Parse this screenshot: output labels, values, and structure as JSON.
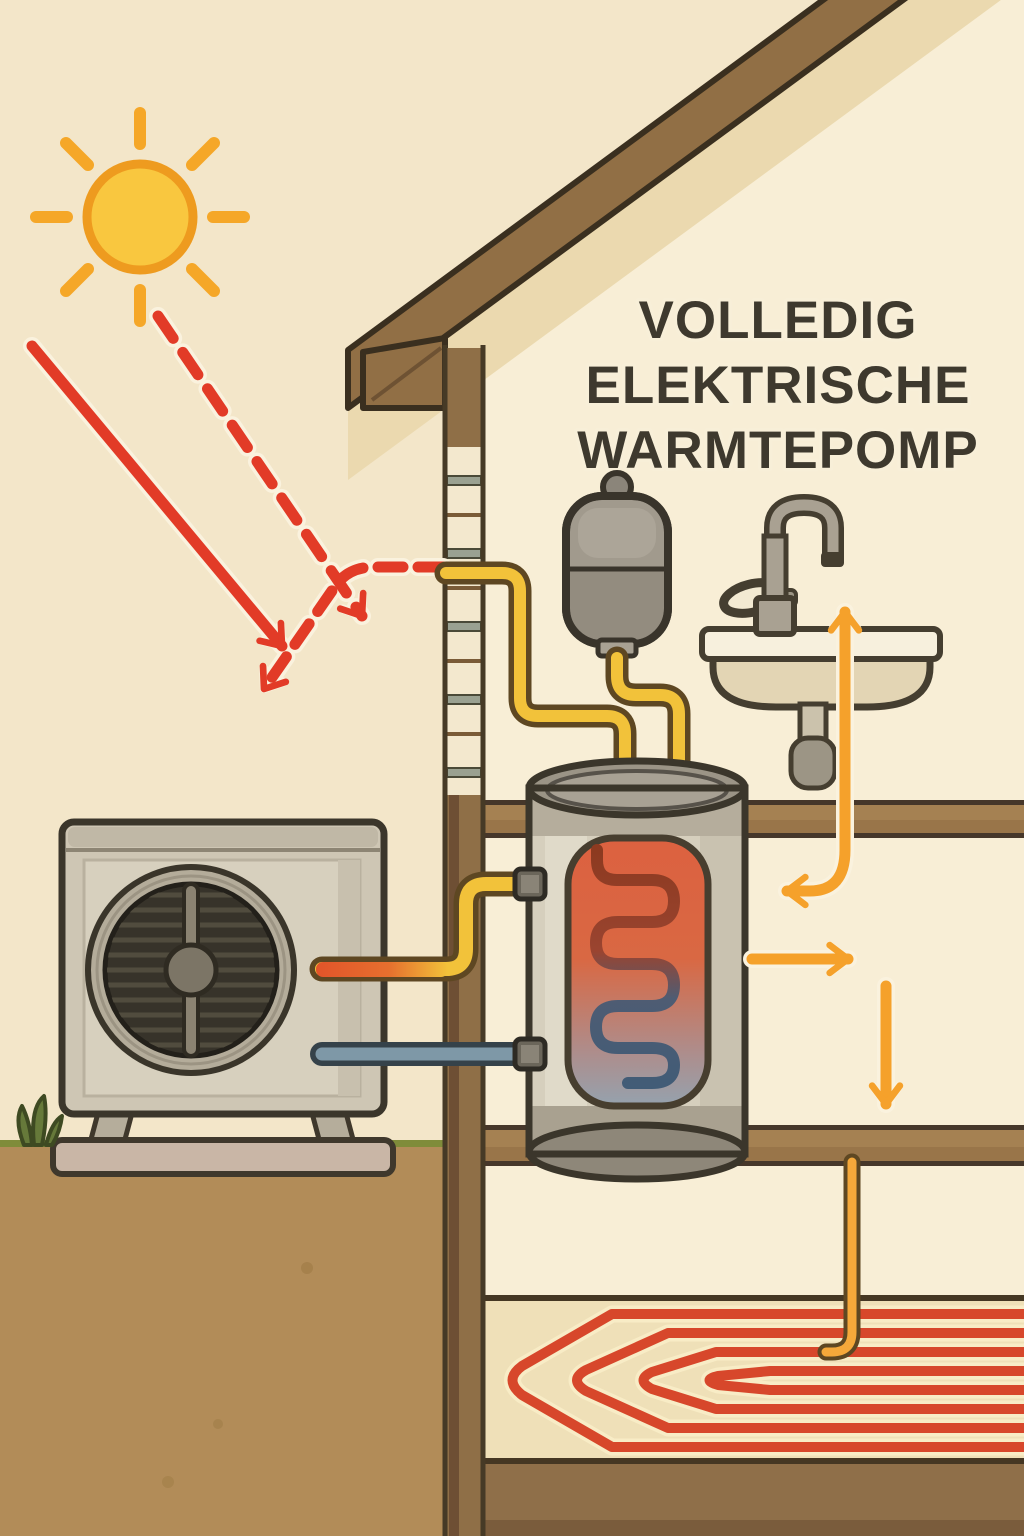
{
  "title": {
    "line1": "VOLLEDIG",
    "line2": "ELEKTRISCHE",
    "line3": "WARMTEPOMP",
    "full": "VOLLEDIG ELEKTRISCHE WARMTEPOMP"
  },
  "palette": {
    "background_outside": "#f3e6c9",
    "background_inside": "#f8eed6",
    "roof_brown": "#916f45",
    "roof_underside": "#ebd9af",
    "wall_brown": "#8f6f47",
    "floor_brown": "#a58152",
    "ground_soil": "#b28c58",
    "grass_green": "#7f8c3a",
    "sun_fill": "#f9c73f",
    "sun_stroke": "#ee9b1f",
    "arrow_red": "#e23b27",
    "arrow_orange": "#f5a12b",
    "pipe_yellow": "#f2c23a",
    "pipe_hot_orange": "#e2542a",
    "pipe_cold_blue": "#7e98a7",
    "floor_coil_red": "#d7472b",
    "tank_body": "#d6cfbd",
    "tank_window_top": "#dc6140",
    "tank_window_bottom": "#95a2ae",
    "metal_gray": "#a9a192",
    "text_dark": "#3e392e"
  },
  "components": [
    {
      "name": "sun-icon",
      "meaning": "solar energy source"
    },
    {
      "name": "solar-arrow-solid",
      "meaning": "direct solar radiation"
    },
    {
      "name": "solar-arrow-dashed",
      "meaning": "ambient solar radiation"
    },
    {
      "name": "reflected-arrow-dashed",
      "meaning": "heat reflected from wall"
    },
    {
      "name": "house-roof",
      "meaning": "roof cross-section"
    },
    {
      "name": "insulated-wall",
      "meaning": "wall cross-section with insulation"
    },
    {
      "name": "outdoor-heat-pump-unit",
      "meaning": "air source heat pump outdoor unit with fan"
    },
    {
      "name": "refrigerant-line-warm",
      "meaning": "warm line from pump to tank"
    },
    {
      "name": "refrigerant-line-cold",
      "meaning": "cold return line"
    },
    {
      "name": "expansion-vessel",
      "meaning": "expansion vessel"
    },
    {
      "name": "hot-water-tank",
      "meaning": "buffer tank with internal heat exchanger coil"
    },
    {
      "name": "wash-basin",
      "meaning": "sink with tap receiving hot water"
    },
    {
      "name": "hot-water-flow-arrows",
      "meaning": "hot water distribution arrows"
    },
    {
      "name": "underfloor-heating-loop",
      "meaning": "underfloor heating coil"
    },
    {
      "name": "garden-ground",
      "meaning": "soil and grass outside"
    }
  ]
}
